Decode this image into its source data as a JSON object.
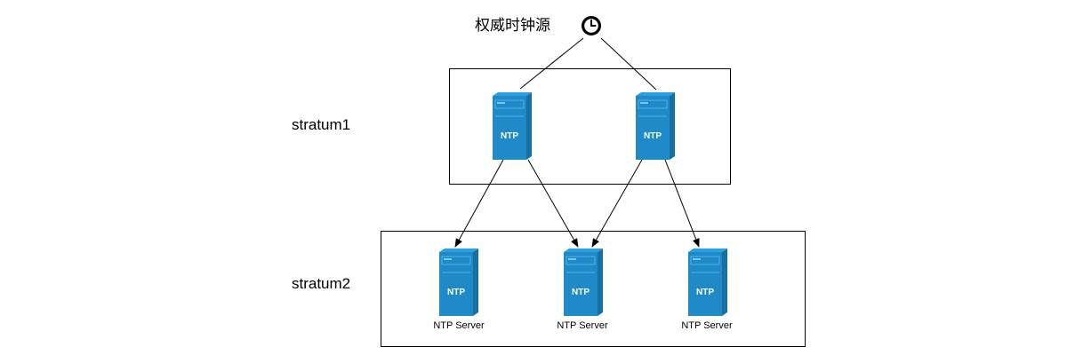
{
  "title": "权威时钟源",
  "clock_icon": "clock-icon",
  "tiers": [
    {
      "label": "stratum1"
    },
    {
      "label": "stratum2"
    }
  ],
  "server_text": "NTP",
  "stratum1_servers": [
    {
      "text": "NTP"
    },
    {
      "text": "NTP"
    }
  ],
  "stratum2_servers": [
    {
      "text": "NTP",
      "caption": "NTP Server"
    },
    {
      "text": "NTP",
      "caption": "NTP Server"
    },
    {
      "text": "NTP",
      "caption": "NTP Server"
    }
  ],
  "colors": {
    "server_front": "#1f8ac8",
    "server_side": "#186fa3",
    "server_top": "#2aa0de",
    "line": "#000000",
    "box": "#000000"
  }
}
